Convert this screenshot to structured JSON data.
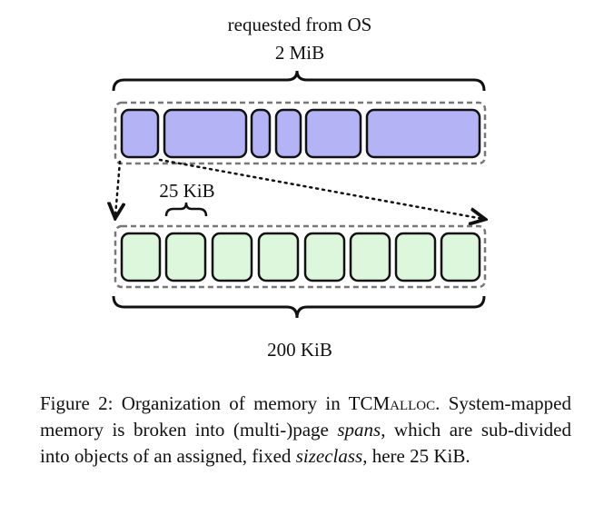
{
  "labels": {
    "top_label_1": "requested from OS",
    "top_label_2": "2 MiB",
    "object_size_label": "25 KiB",
    "bottom_label": "200 KiB"
  },
  "colors": {
    "span_fill": "#b3b3f5",
    "object_fill": "#ddf7dd",
    "outline": "#111111",
    "dashed_border": "#777777"
  },
  "caption": {
    "prefix": "Figure 2: Organization of memory in ",
    "tc": "TC",
    "malloc": "Malloc",
    "after_name": ". System-mapped memory is broken into (multi-)page ",
    "spans": "spans",
    "middle": ", which are sub-divided into objects of an assigned, fixed ",
    "sizeclass": "sizeclass",
    "suffix": ", here 25 KiB."
  }
}
